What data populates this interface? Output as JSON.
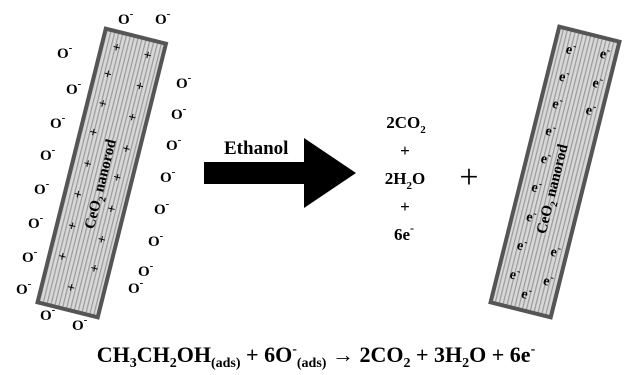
{
  "left_rod": {
    "label_main": "CeO",
    "label_sub": "2",
    "label_rest": " nanorod",
    "adsorbed_species": "O",
    "charge_minus": "-",
    "surface_charge": "+"
  },
  "arrow": {
    "label": "Ethanol"
  },
  "products": [
    {
      "main": "2CO",
      "sub": "2",
      "rest": "",
      "sup": ""
    },
    {
      "main": "+",
      "sub": "",
      "rest": "",
      "sup": ""
    },
    {
      "main": "2H",
      "sub": "2",
      "rest": "O",
      "sup": ""
    },
    {
      "main": "+",
      "sub": "",
      "rest": "",
      "sup": ""
    },
    {
      "main": "6e",
      "sub": "",
      "rest": "",
      "sup": "-"
    }
  ],
  "combine_sign": "+",
  "right_rod": {
    "label_main": "CeO",
    "label_sub": "2",
    "label_rest": " nanorod",
    "electron": "e",
    "electron_charge": "-"
  },
  "equation": {
    "ethanol_a": "CH",
    "ethanol_a_sub": "3",
    "ethanol_b": "CH",
    "ethanol_b_sub": "2",
    "ethanol_c": "OH",
    "ads_sub": "(ads)",
    "plus1": " + ",
    "oxygen_coeff": "6O",
    "oxygen_sup": "-",
    "arrow": " → ",
    "co2": "2CO",
    "co2_sub": "2",
    "plus2": " + ",
    "water_a": "3H",
    "water_sub": "2",
    "water_b": "O",
    "plus3": " + ",
    "electrons": "6e",
    "electrons_sup": "-"
  }
}
